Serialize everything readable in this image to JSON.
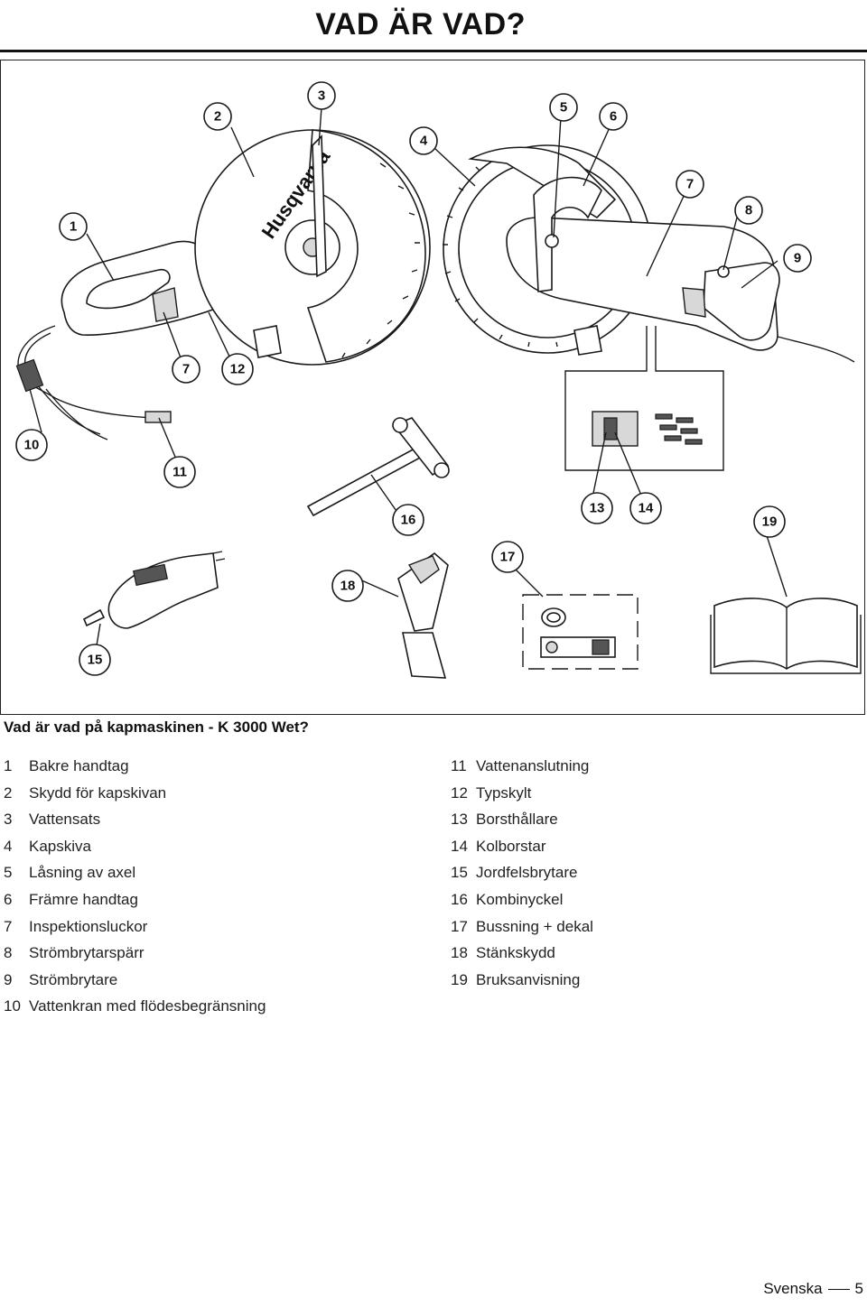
{
  "header": {
    "title": "VAD ÄR VAD?"
  },
  "figure": {
    "brand": "Husqvarna",
    "callouts": [
      "1",
      "2",
      "3",
      "4",
      "5",
      "6",
      "7",
      "8",
      "9",
      "10",
      "11",
      "7",
      "12",
      "13",
      "14",
      "15",
      "16",
      "17",
      "18",
      "19"
    ]
  },
  "caption": "Vad är vad på kapmaskinen - K 3000 Wet?",
  "parts_left": [
    {
      "num": "1",
      "label": "Bakre handtag"
    },
    {
      "num": "2",
      "label": "Skydd för kapskivan"
    },
    {
      "num": "3",
      "label": "Vattensats"
    },
    {
      "num": "4",
      "label": "Kapskiva"
    },
    {
      "num": "5",
      "label": "Låsning av axel"
    },
    {
      "num": "6",
      "label": "Främre handtag"
    },
    {
      "num": "7",
      "label": "Inspektionsluckor"
    },
    {
      "num": "8",
      "label": "Strömbrytarspärr"
    },
    {
      "num": "9",
      "label": "Strömbrytare"
    },
    {
      "num": "10",
      "label": "Vattenkran med flödesbegränsning"
    }
  ],
  "parts_right": [
    {
      "num": "11",
      "label": "Vattenanslutning"
    },
    {
      "num": "12",
      "label": "Typskylt"
    },
    {
      "num": "13",
      "label": "Borsthållare"
    },
    {
      "num": "14",
      "label": "Kolborstar"
    },
    {
      "num": "15",
      "label": "Jordfelsbrytare"
    },
    {
      "num": "16",
      "label": "Kombinyckel"
    },
    {
      "num": "17",
      "label": "Bussning + dekal"
    },
    {
      "num": "18",
      "label": "Stänkskydd"
    },
    {
      "num": "19",
      "label": "Bruksanvisning"
    }
  ],
  "footer": {
    "language": "Svenska",
    "page": "5"
  }
}
